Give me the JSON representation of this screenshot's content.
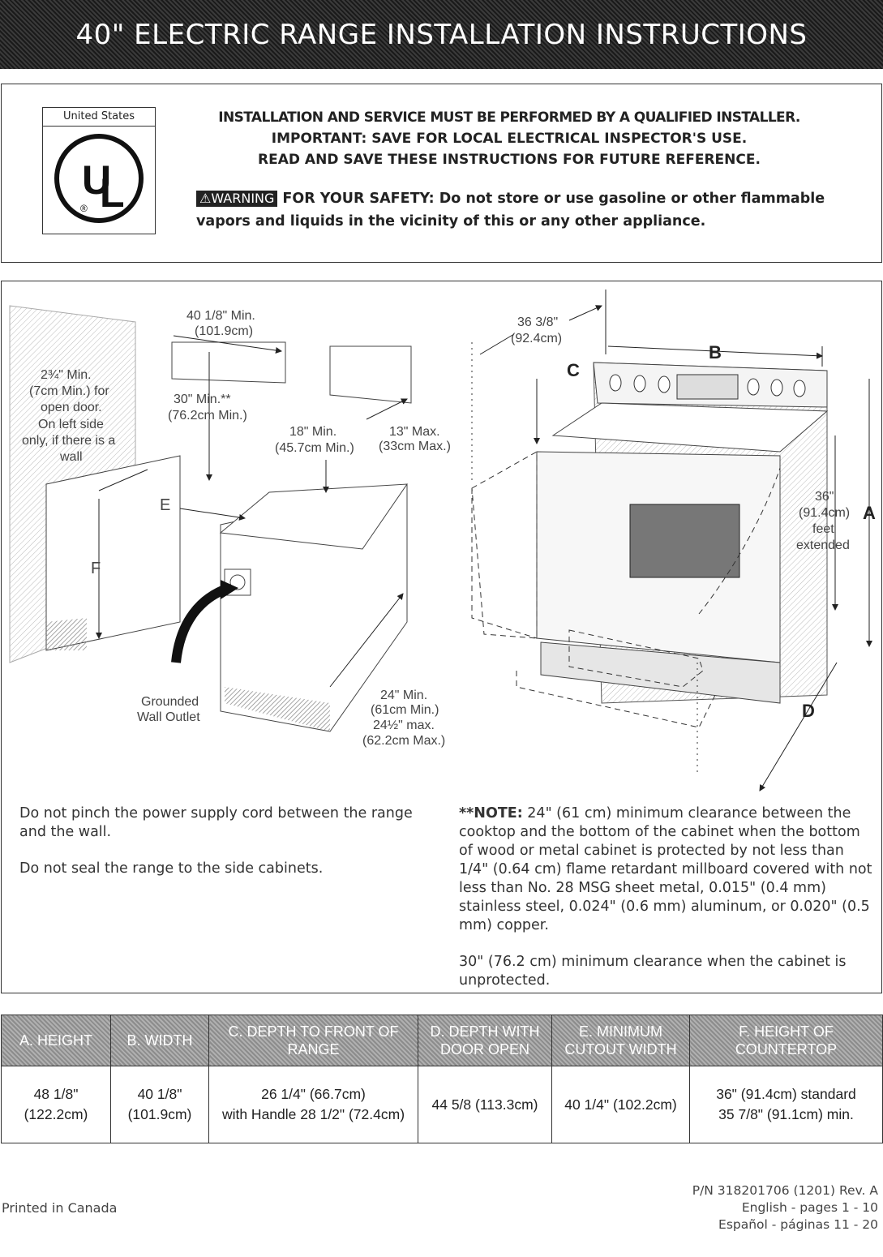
{
  "title": "40\" ELECTRIC RANGE INSTALLATION INSTRUCTIONS",
  "ul_logo": {
    "country": "United States",
    "mark": "UL",
    "registered": "®"
  },
  "header": {
    "line1": "INSTALLATION AND SERVICE MUST BE PERFORMED BY A QUALIFIED INSTALLER.",
    "line2": "IMPORTANT: SAVE FOR LOCAL ELECTRICAL INSPECTOR'S USE.",
    "line3": "READ AND SAVE THESE INSTRUCTIONS FOR FUTURE REFERENCE."
  },
  "warning": {
    "badge": "⚠WARNING",
    "text": "FOR YOUR SAFETY: Do not store or use gasoline or other flammable vapors and liquids in the vicinity of this or any other appliance."
  },
  "diagram": {
    "dim_40_min": "40 1/8\" Min.",
    "dim_40_cm": "(101.9cm)",
    "dim_30_min": "30\" Min.**",
    "dim_30_cm": "(76.2cm Min.)",
    "dim_18_min": "18\" Min.",
    "dim_18_cm": "(45.7cm Min.)",
    "dim_13_max": "13\" Max.",
    "dim_13_cm": "(33cm Max.)",
    "side_1": "2¾\" Min.",
    "side_2": "(7cm Min.) for",
    "side_3": "open door.",
    "side_4": "On left side",
    "side_5": "only, if there is a",
    "side_6": "wall",
    "label_e": "E",
    "label_f": "F",
    "outlet_1": "Grounded",
    "outlet_2": "Wall Outlet",
    "dim_24_1": "24\" Min.",
    "dim_24_2": "(61cm Min.)",
    "dim_24_3": "24½\" max.",
    "dim_24_4": "(62.2cm Max.)",
    "dim_36_3": "36 3/8\"",
    "dim_36_3_cm": "(92.4cm)",
    "label_b": "B",
    "label_c": "C",
    "label_a": "A",
    "label_d": "D",
    "dim_36_1": "36\"",
    "dim_36_2": "(91.4cm)",
    "dim_36_feet": "feet",
    "dim_36_ext": "extended"
  },
  "notes_left": [
    "Do not pinch the power supply cord between the range and the wall.",
    "Do not seal the range to the side cabinets."
  ],
  "notes_right": {
    "note_label": "**NOTE:",
    "note_text": "24\" (61 cm) minimum clearance between the cooktop and the bottom of the cabinet when the bottom of wood or metal cabinet is protected by not less than 1/4\" (0.64 cm) flame retardant millboard covered with not less than No. 28 MSG sheet metal, 0.015\" (0.4 mm) stainless steel, 0.024\" (0.6 mm) aluminum, or 0.020\" (0.5 mm) copper.",
    "note2": "30\" (76.2 cm) minimum clearance when the cabinet is unprotected."
  },
  "table": {
    "headers": [
      "A. HEIGHT",
      "B. WIDTH",
      "C. DEPTH TO FRONT OF RANGE",
      "D. DEPTH WITH DOOR OPEN",
      "E. MINIMUM CUTOUT WIDTH",
      "F. HEIGHT OF COUNTERTOP"
    ],
    "row": [
      [
        "48 1/8\"",
        "(122.2cm)"
      ],
      [
        "40 1/8\"",
        "(101.9cm)"
      ],
      [
        "26 1/4\" (66.7cm)",
        "with Handle 28 1/2\" (72.4cm)"
      ],
      [
        "44 5/8 (113.3cm)"
      ],
      [
        "40 1/4\" (102.2cm)"
      ],
      [
        "36\" (91.4cm) standard",
        "35 7/8\" (91.1cm) min."
      ]
    ]
  },
  "footer": {
    "printed": "Printed in Canada",
    "pn": "P/N 318201706 (1201) Rev. A",
    "english": "English - pages 1 - 10",
    "espanol": "Español - páginas 11 - 20"
  }
}
